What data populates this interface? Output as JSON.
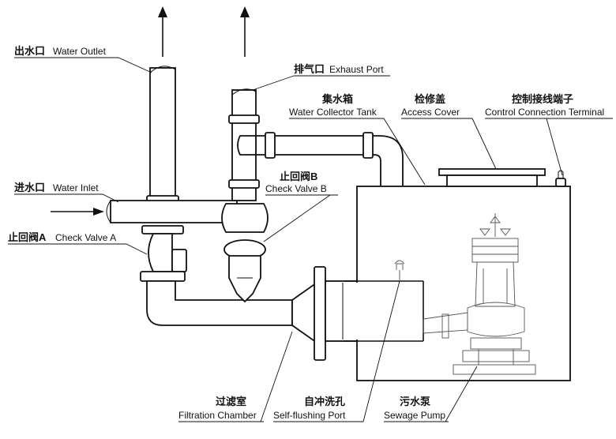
{
  "labels": {
    "water_outlet": {
      "zh": "出水口",
      "en": "Water Outlet"
    },
    "exhaust_port": {
      "zh": "排气口",
      "en": "Exhaust Port"
    },
    "water_tank": {
      "zh": "集水箱",
      "en": "Water Collector Tank"
    },
    "access_cover": {
      "zh": "检修盖",
      "en": "Access Cover"
    },
    "control_terminal": {
      "zh": "控制接线端子",
      "en": "Control Connection Terminal"
    },
    "water_inlet": {
      "zh": "进水口",
      "en": "Water Inlet"
    },
    "check_valve_b": {
      "zh": "止回阀B",
      "en": "Check Valve B"
    },
    "check_valve_a": {
      "zh": "止回阀A",
      "en": "Check Valve A"
    },
    "filtration": {
      "zh": "过滤室",
      "en": "Filtration Chamber"
    },
    "self_flushing": {
      "zh": "自冲洗孔",
      "en": "Self-flushing Port"
    },
    "sewage_pump": {
      "zh": "污水泵",
      "en": "Sewage Pump"
    }
  },
  "colors": {
    "line": "#111111",
    "background": "#ffffff"
  }
}
